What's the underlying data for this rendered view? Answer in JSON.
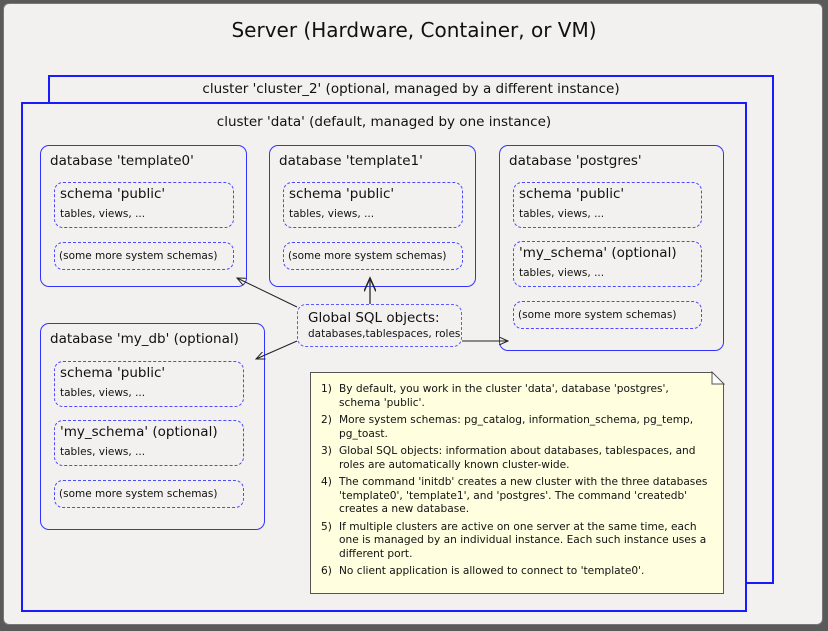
{
  "server": {
    "title": "Server (Hardware, Container, or VM)"
  },
  "cluster2": {
    "label": "cluster 'cluster_2' (optional, managed by a different instance)"
  },
  "cluster_data": {
    "label": "cluster 'data' (default, managed by one instance)"
  },
  "databases": {
    "template0": {
      "title": "database 'template0'",
      "public": "schema 'public'",
      "public_sub": "tables, views, ...",
      "more": "(some more system schemas)"
    },
    "template1": {
      "title": "database 'template1'",
      "public": "schema 'public'",
      "public_sub": "tables, views, ...",
      "more": "(some more system schemas)"
    },
    "postgres": {
      "title": "database 'postgres'",
      "public": "schema 'public'",
      "public_sub": "tables, views, ...",
      "my_schema": "'my_schema' (optional)",
      "my_schema_sub": "tables, views, ...",
      "more": "(some more system schemas)"
    },
    "my_db": {
      "title": "database 'my_db' (optional)",
      "public": "schema 'public'",
      "public_sub": "tables, views, ...",
      "my_schema": "'my_schema' (optional)",
      "my_schema_sub": "tables, views, ...",
      "more": "(some more system schemas)"
    }
  },
  "global": {
    "title": "Global SQL objects:",
    "sub": "databases,tablespaces, roles"
  },
  "notes": [
    {
      "n": "1)",
      "text": "By default, you work in the cluster 'data', database 'postgres', schema 'public'."
    },
    {
      "n": "2)",
      "text": "More system schemas: pg_catalog, information_schema, pg_temp, pg_toast."
    },
    {
      "n": "3)",
      "text": "Global SQL objects: information about databases, tablespaces, and roles are automatically known cluster-wide."
    },
    {
      "n": "4)",
      "text": "The command 'initdb' creates a new cluster with the three databases 'template0', 'template1', and 'postgres'. The command 'createdb' creates a new database."
    },
    {
      "n": "5)",
      "text": "If multiple clusters are active on one server at the same time, each one is managed by an individual instance. Each such instance uses a different port."
    },
    {
      "n": "6)",
      "text": "No client application is allowed to connect to 'template0'."
    }
  ],
  "colors": {
    "border_blue": "#1a1aff",
    "note_bg": "#ffffe0",
    "background": "#f2f1f0"
  }
}
